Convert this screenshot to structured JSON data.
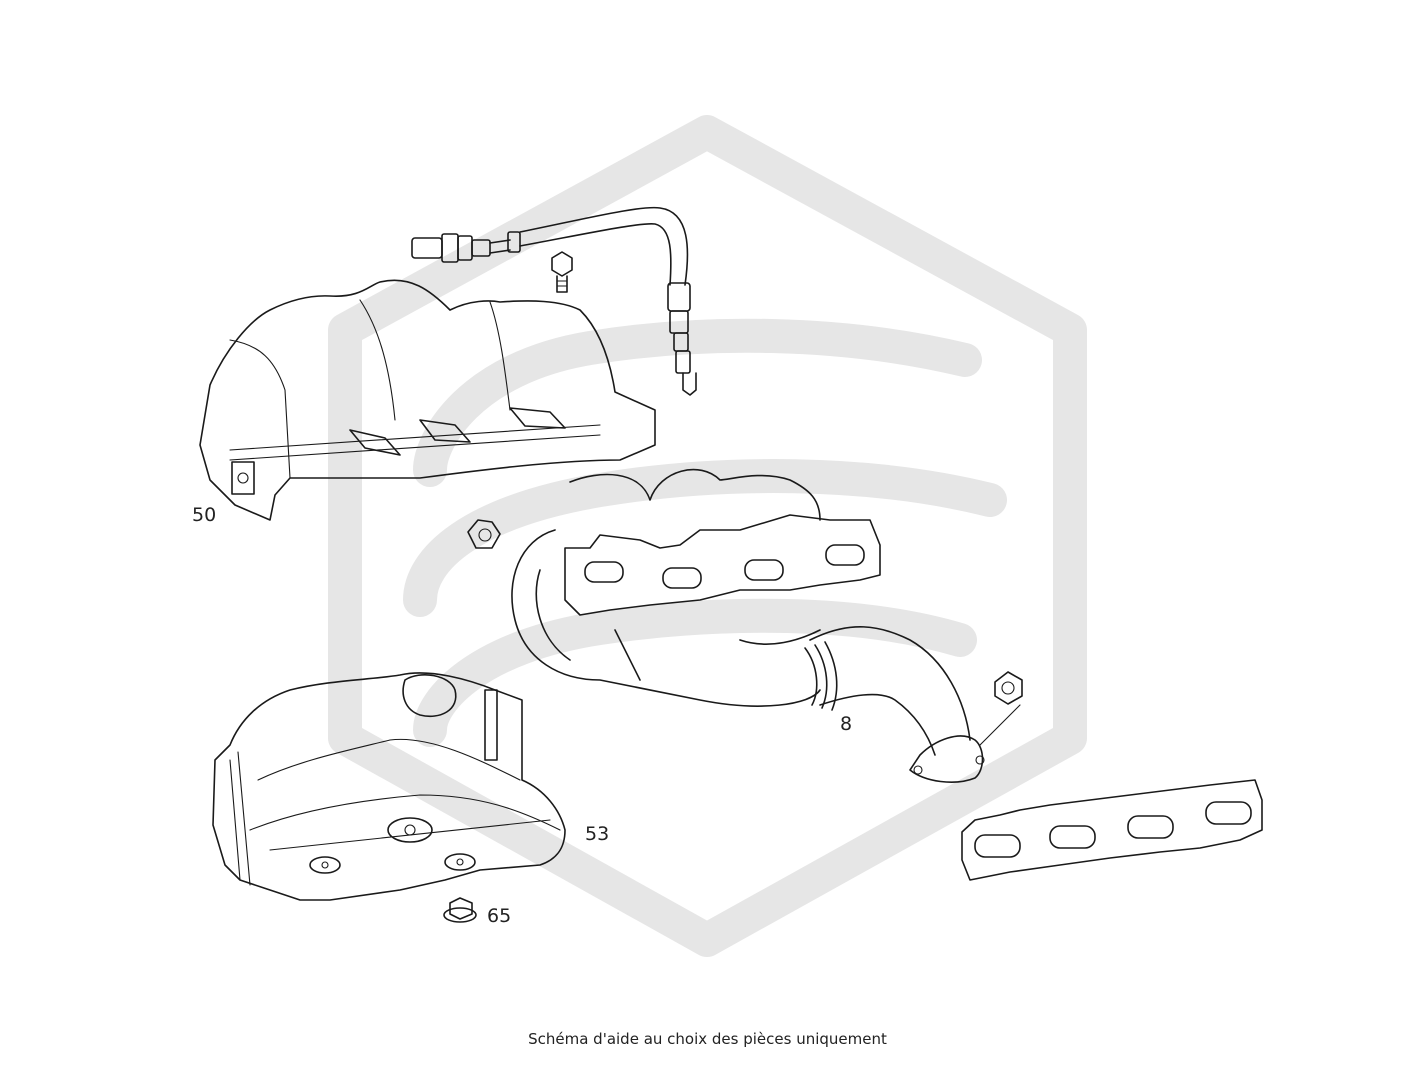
{
  "callouts": {
    "heat_shield_upper": "50",
    "manifold": "8",
    "heat_shield_lower": "53",
    "nut": "65"
  },
  "caption": "Schéma d'aide au choix des pièces uniquement",
  "colors": {
    "line": "#1a1a1a",
    "watermark": "#e6e6e6",
    "background": "#ffffff"
  }
}
